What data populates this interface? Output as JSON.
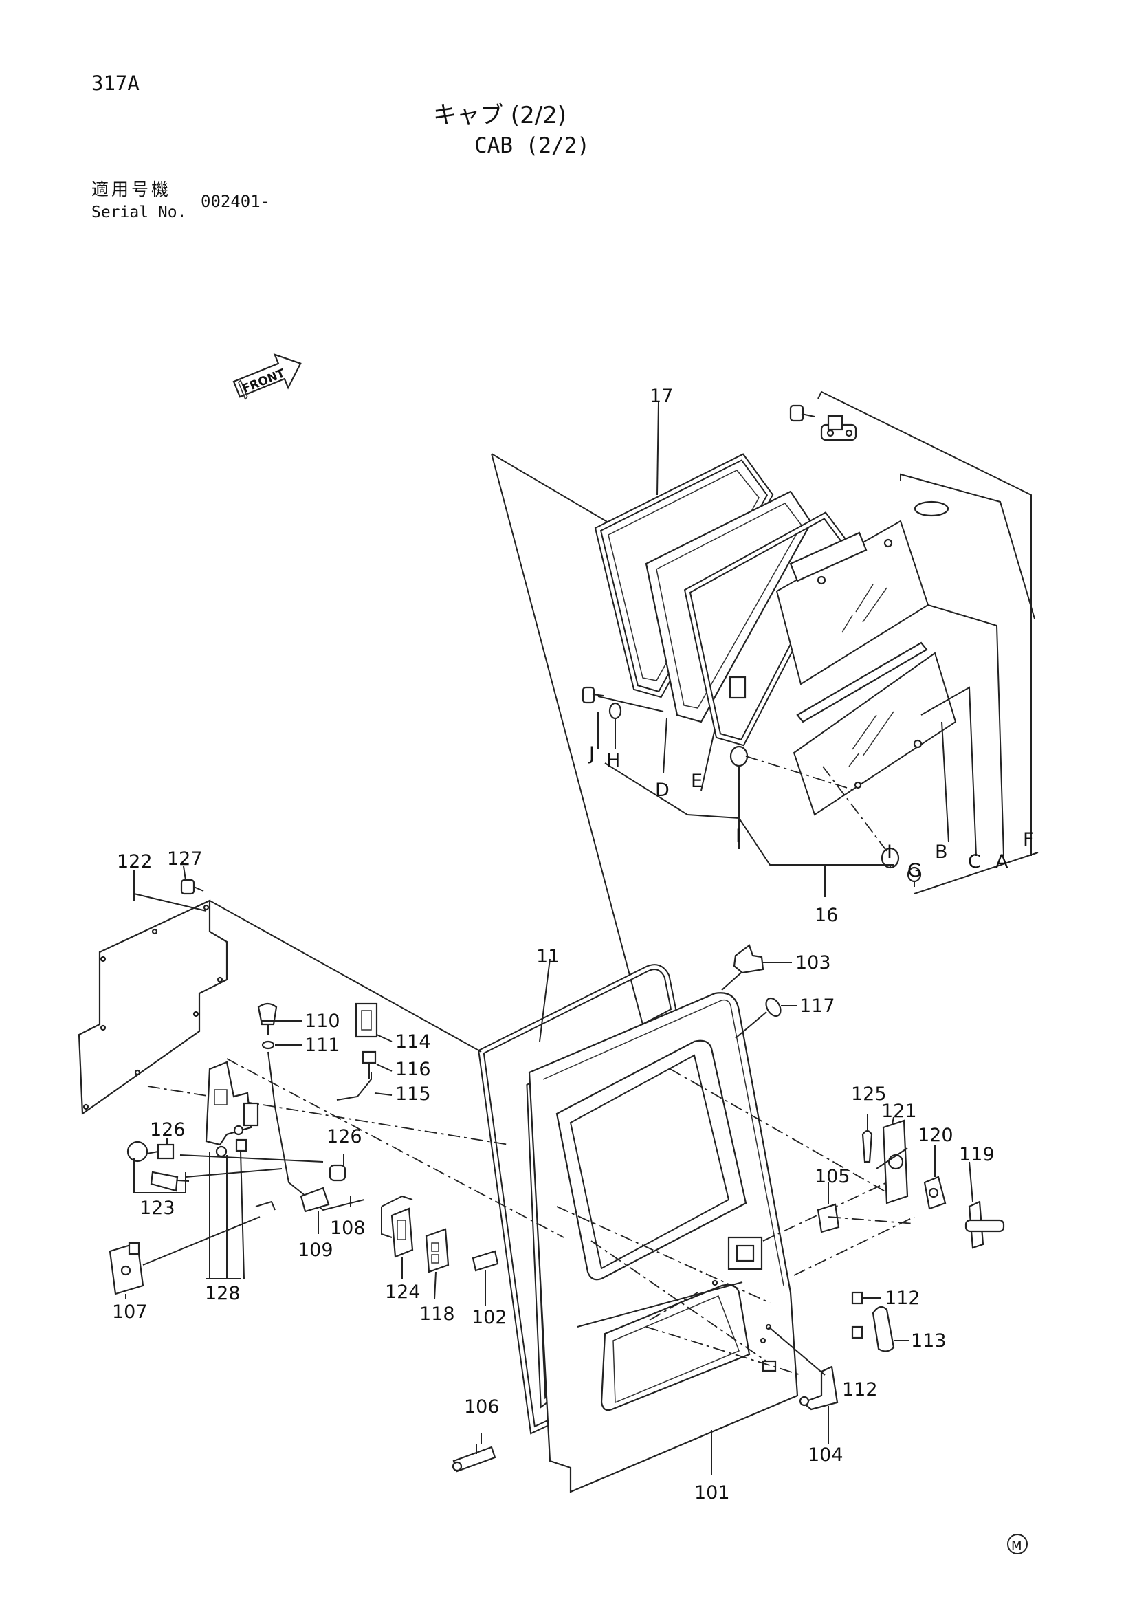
{
  "header": {
    "page_code": "317A",
    "title_jp": "キャブ (2/2)",
    "title_en": "CAB (2/2)",
    "serial_label_jp": "適用号機",
    "serial_label_en": "Serial No.",
    "serial_value": "002401-"
  },
  "front_marker": "FRONT",
  "footer_mark": "M",
  "callouts": {
    "p17": "17",
    "p16": "16",
    "p11": "11",
    "p101": "101",
    "p102": "102",
    "p103": "103",
    "p104": "104",
    "p105": "105",
    "p106": "106",
    "p107": "107",
    "p108": "108",
    "p109": "109",
    "p110": "110",
    "p111": "111",
    "p112a": "112",
    "p112b": "112",
    "p113": "113",
    "p114": "114",
    "p115": "115",
    "p116": "116",
    "p117": "117",
    "p118": "118",
    "p119": "119",
    "p120": "120",
    "p121": "121",
    "p122": "122",
    "p123": "123",
    "p124": "124",
    "p125": "125",
    "p126a": "126",
    "p126b": "126",
    "p127": "127",
    "p128": "128",
    "lA": "A",
    "lB": "B",
    "lC": "C",
    "lD": "D",
    "lE": "E",
    "lF": "F",
    "lG": "G",
    "lH": "H",
    "lI1": "I",
    "lI2": "I",
    "lJ": "J"
  }
}
